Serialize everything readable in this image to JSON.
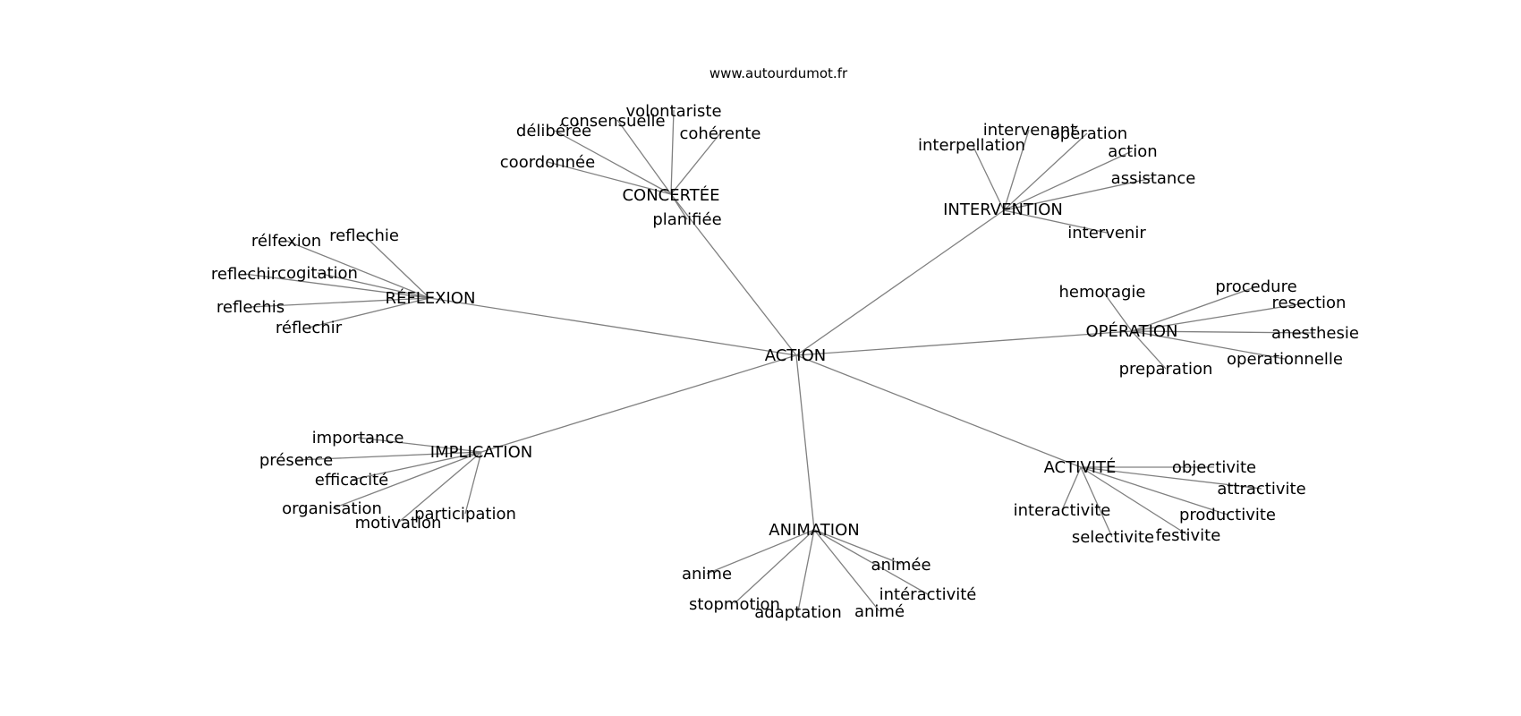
{
  "watermark": "www.autourdumot.fr",
  "center": "ACTION",
  "clusters": [
    {
      "id": "concertee",
      "label": "CONCERTÉE",
      "words": [
        "volontariste",
        "consensuelle",
        "délibérée",
        "cohérente",
        "coordonnée",
        "planifiée"
      ]
    },
    {
      "id": "intervention",
      "label": "INTERVENTION",
      "words": [
        "intervenant",
        "opération",
        "interpellation",
        "action",
        "assistance",
        "intervenir"
      ]
    },
    {
      "id": "reflexion",
      "label": "RÉFLEXION",
      "words": [
        "reflechie",
        "rélfexion",
        "cogitation",
        "reflechir",
        "reflechis",
        "réflechir"
      ]
    },
    {
      "id": "operation",
      "label": "OPÉRATION",
      "words": [
        "procedure",
        "hemoragie",
        "resection",
        "anesthesie",
        "operationnelle",
        "preparation"
      ]
    },
    {
      "id": "implication",
      "label": "IMPLICATION",
      "words": [
        "importance",
        "présence",
        "efficacité",
        "organisation",
        "participation",
        "motivation"
      ]
    },
    {
      "id": "activite",
      "label": "ACTIVITÉ",
      "words": [
        "objectivite",
        "attractivite",
        "interactivite",
        "productivite",
        "festivite",
        "selectivite"
      ]
    },
    {
      "id": "animation",
      "label": "ANIMATION",
      "words": [
        "animée",
        "anime",
        "intéractivité",
        "stopmotion",
        "adaptation",
        "animé"
      ]
    }
  ]
}
